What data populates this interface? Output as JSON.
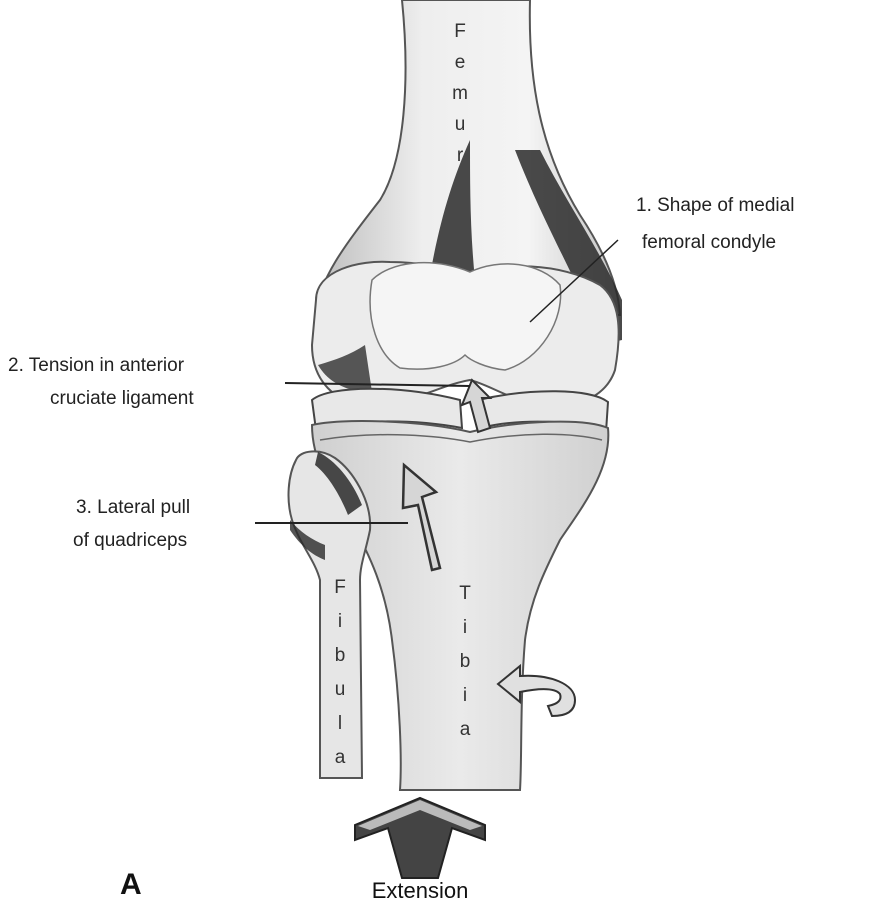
{
  "labels": {
    "femur": "Femur",
    "tibia": "Tibia",
    "fibula": "Fibula",
    "condyle_line1": "1. Shape of medial",
    "condyle_line2": "femoral condyle",
    "acl_line1": "2. Tension in anterior",
    "acl_line2": "cruciate ligament",
    "quad_line1": "3. Lateral pull",
    "quad_line2": "of quadriceps",
    "panel": "A",
    "motion": "Extension"
  }
}
